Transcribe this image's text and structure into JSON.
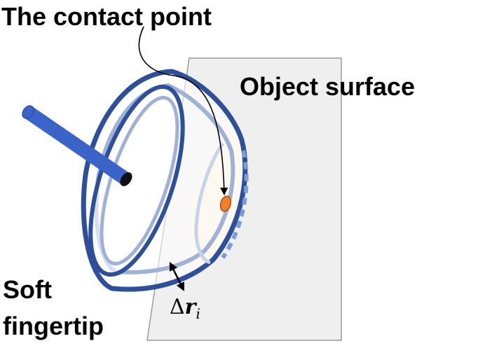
{
  "labels": {
    "contact_point": "The contact point",
    "object_surface": "Object surface",
    "soft_fingertip_line1": "Soft",
    "soft_fingertip_line2": "fingertip",
    "delta_symbol": "Δ",
    "delta_var": "r",
    "delta_sub": "i"
  },
  "colors": {
    "fingertip_outline": "#2e4f9a",
    "fingertip_inner": "#9fb2d6",
    "rod": "#3a64c8",
    "surface_fill": "#efefef",
    "surface_stroke": "#9a9a9a",
    "contact_patch": "#fbf1dc",
    "contact_point": "#ef7f2a"
  },
  "icons": {
    "delta_arrow": "double-headed-arrow"
  }
}
